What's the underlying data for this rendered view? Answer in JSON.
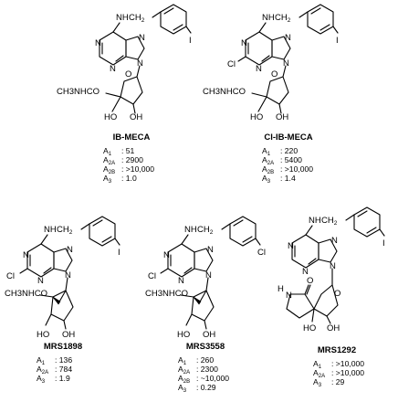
{
  "compounds": [
    {
      "name": "IB-MECA",
      "labels": {
        "sub": "NH",
        "bridge": "CH",
        "bridge_sub": "2",
        "iodo": "I",
        "chloro": "",
        "amide": "CH3NHCO",
        "oh1": "HO",
        "oh2": "OH"
      },
      "affinities": [
        {
          "rec": "A",
          "sub": "1",
          "val": ": 51"
        },
        {
          "rec": "A",
          "sub": "2A",
          "val": ": 2900"
        },
        {
          "rec": "A",
          "sub": "2B",
          "val": ": >10,000"
        },
        {
          "rec": "A",
          "sub": "3",
          "val": ": 1.0"
        }
      ]
    },
    {
      "name": "Cl-IB-MECA",
      "labels": {
        "sub": "NH",
        "bridge": "CH",
        "bridge_sub": "2",
        "iodo": "I",
        "chloro": "Cl",
        "amide": "CH3NHCO",
        "oh1": "HO",
        "oh2": "OH"
      },
      "affinities": [
        {
          "rec": "A",
          "sub": "1",
          "val": ": 220"
        },
        {
          "rec": "A",
          "sub": "2A",
          "val": ": 5400"
        },
        {
          "rec": "A",
          "sub": "2B",
          "val": ": >10,000"
        },
        {
          "rec": "A",
          "sub": "3",
          "val": ": 1.4"
        }
      ]
    },
    {
      "name": "MRS1898",
      "labels": {
        "sub": "NH",
        "bridge": "CH",
        "bridge_sub": "2",
        "iodo": "I",
        "chloro": "Cl",
        "amide": "CH3NHCO",
        "oh1": "HO",
        "oh2": "OH"
      },
      "affinities": [
        {
          "rec": "A",
          "sub": "1",
          "val": ": 136"
        },
        {
          "rec": "A",
          "sub": "2A",
          "val": ": 784"
        },
        {
          "rec": "A",
          "sub": "3",
          "val": ": 1.9"
        }
      ]
    },
    {
      "name": "MRS3558",
      "labels": {
        "sub": "NH",
        "bridge": "CH",
        "bridge_sub": "2",
        "iodo": "Cl",
        "chloro": "Cl",
        "amide": "CH3NHCO",
        "oh1": "HO",
        "oh2": "OH"
      },
      "affinities": [
        {
          "rec": "A",
          "sub": "1",
          "val": ": 260"
        },
        {
          "rec": "A",
          "sub": "2A",
          "val": ": 2300"
        },
        {
          "rec": "A",
          "sub": "2B",
          "val": ": ~10,000"
        },
        {
          "rec": "A",
          "sub": "3",
          "val": ": 0.29"
        }
      ]
    },
    {
      "name": "MRS1292",
      "labels": {
        "sub": "NH",
        "bridge": "CH",
        "bridge_sub": "2",
        "iodo": "I",
        "chloro": "",
        "amide": "",
        "lactam_h": "H",
        "lactam_n": "N",
        "lactam_o": "O",
        "oh1": "HO",
        "oh2": "OH"
      },
      "affinities": [
        {
          "rec": "A",
          "sub": "1",
          "val": ": >10,000"
        },
        {
          "rec": "A",
          "sub": "2A",
          "val": ": >10,000"
        },
        {
          "rec": "A",
          "sub": "3",
          "val": ": 29"
        }
      ]
    }
  ],
  "ring_atoms": {
    "n": "N"
  }
}
